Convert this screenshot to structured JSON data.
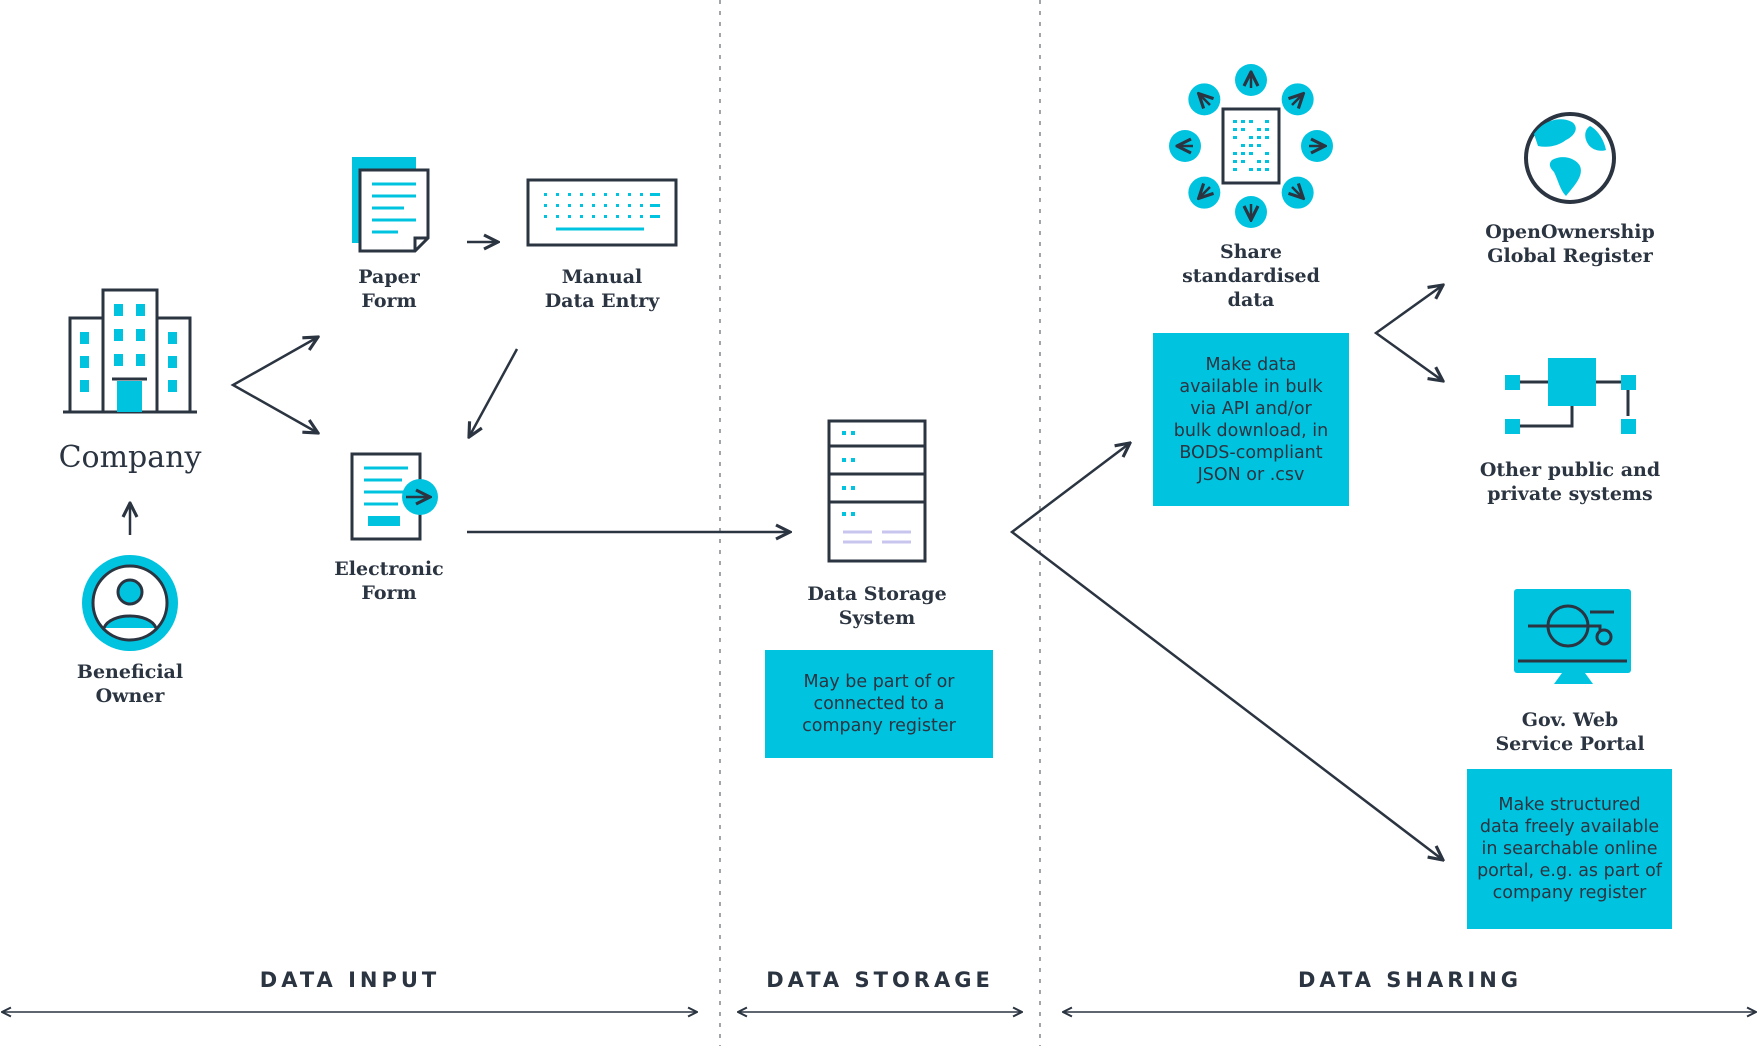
{
  "colors": {
    "accent": "#00c3df",
    "ink": "#2b3441",
    "divider": "#8a8f96"
  },
  "nodes": {
    "company": "Company",
    "beneficial_owner": "Beneficial\nOwner",
    "paper_form": "Paper\nForm",
    "manual_entry": "Manual\nData Entry",
    "electronic_form": "Electronic\nForm",
    "storage": "Data Storage\nSystem",
    "share": "Share\nstandardised\ndata",
    "global_register": "OpenOwnership\nGlobal Register",
    "other_systems": "Other public and\nprivate systems",
    "web_portal": "Gov. Web\nService Portal"
  },
  "notes": {
    "storage": "May be part of or\nconnected to a\ncompany register",
    "bulk": "Make data\navailable in bulk\nvia API and/or\nbulk download, in\nBODS-compliant\nJSON or .csv",
    "portal": "Make structured\ndata freely available\nin searchable online\nportal, e.g. as part of\ncompany register"
  },
  "sections": {
    "input": "DATA INPUT",
    "storage": "DATA STORAGE",
    "sharing": "DATA SHARING"
  },
  "icons": [
    "building-icon",
    "person-icon",
    "paper-form-icon",
    "keyboard-icon",
    "electronic-form-icon",
    "server-icon",
    "share-data-icon",
    "globe-icon",
    "network-icon",
    "monitor-icon"
  ]
}
